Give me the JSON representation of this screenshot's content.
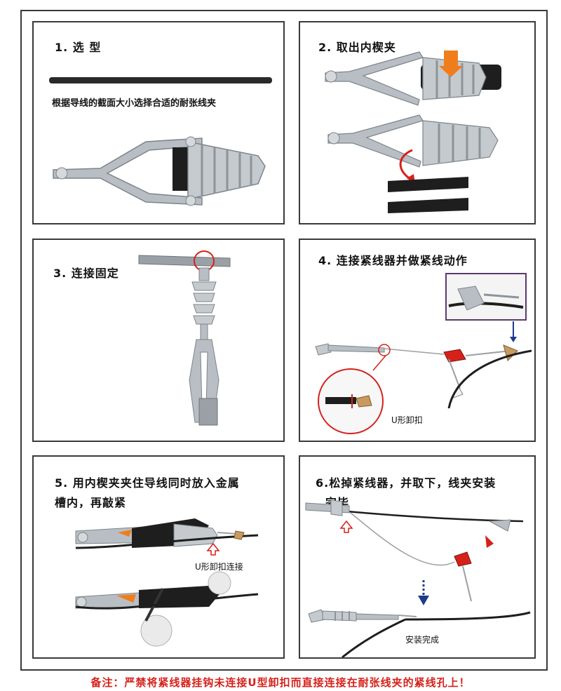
{
  "steps": [
    {
      "title": "1. 选 型",
      "description": "根据导线的截面大小选择合适的耐张线夹"
    },
    {
      "title": "2. 取出内楔夹"
    },
    {
      "title": "3. 连接固定"
    },
    {
      "title": "4. 连接紧线器并做紧线动作",
      "labels": [
        "U形卸扣"
      ]
    },
    {
      "title_line1": "5. 用内楔夹夹住导线同时放入金属",
      "title_line2": "槽内，再敲紧",
      "labels": [
        "U形卸扣连接"
      ]
    },
    {
      "title_line1": "6.松掉紧线器，并取下，线夹安装",
      "title_line2": "完毕",
      "labels": [
        "安装完成"
      ]
    }
  ],
  "note": "备注：严禁将紧线器挂钩未连接U型卸扣而直接连接在耐张线夹的紧线孔上！",
  "colors": {
    "accent": "#d6211b",
    "metal": "#b8bec4",
    "wedge": "#1e1e1e",
    "arrow_orange": "#f07d1c"
  }
}
